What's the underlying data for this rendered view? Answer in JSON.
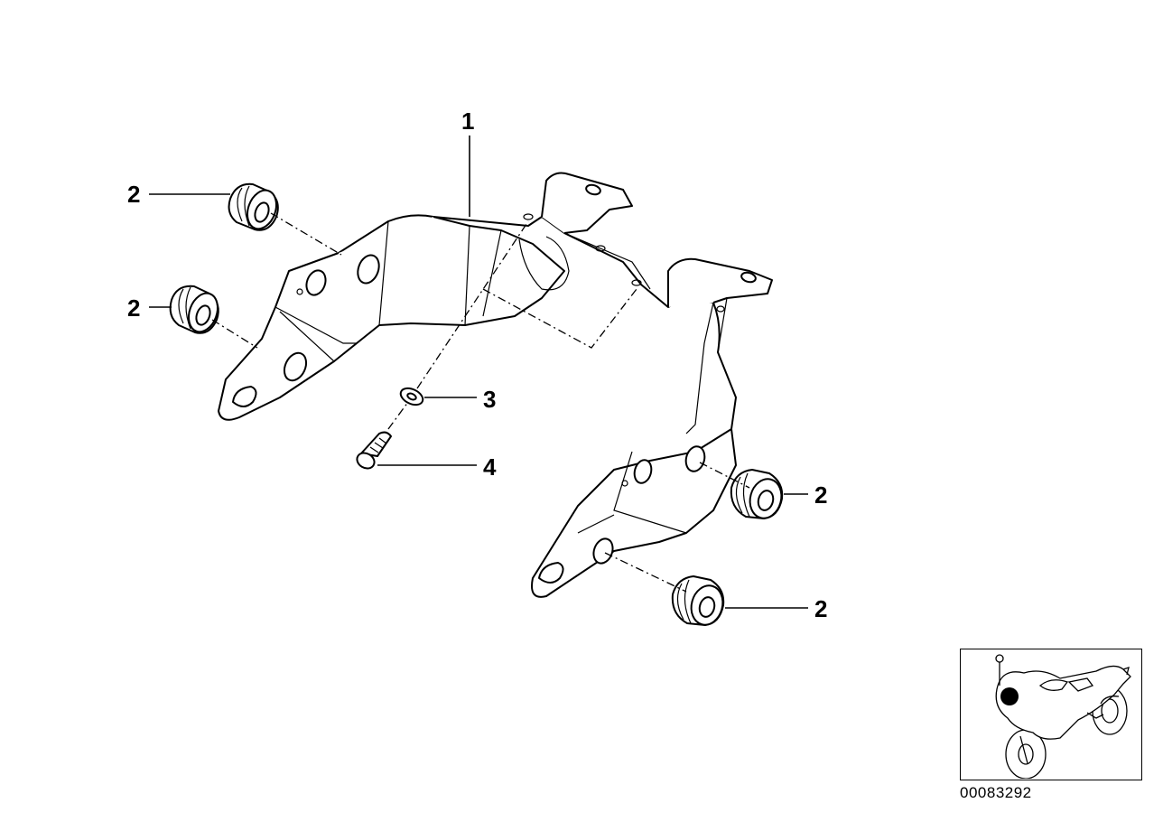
{
  "callouts": {
    "bracket": "1",
    "grommet_top_left": "2",
    "grommet_mid_left": "2",
    "grommet_mid_right": "2",
    "grommet_bottom_right": "2",
    "washer": "3",
    "screw": "4"
  },
  "drawing_number": "00083292",
  "colors": {
    "line": "#000000",
    "background": "#ffffff",
    "locator_dot": "#000000"
  }
}
